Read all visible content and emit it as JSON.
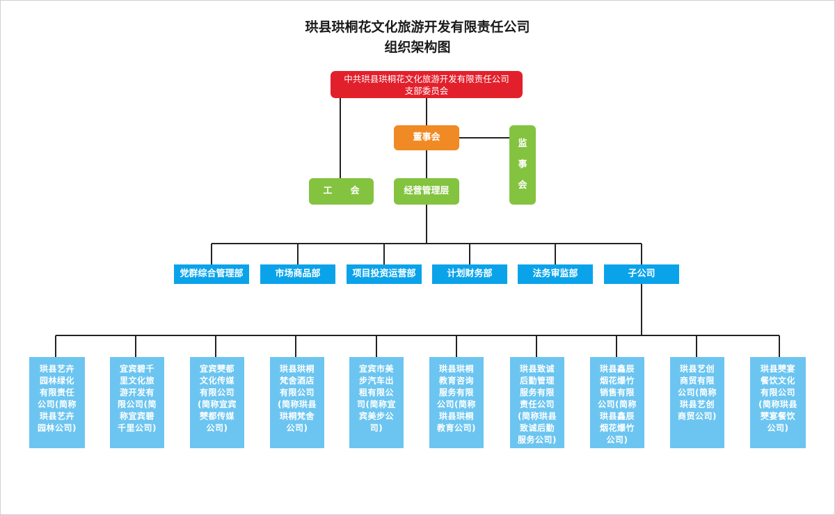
{
  "title": {
    "line1": "珙县珙桐花文化旅游开发有限责任公司",
    "line2": "组织架构图"
  },
  "party_committee": {
    "line1": "中共珙县珙桐花文化旅游开发有限责任公司",
    "line2": "支部委员会"
  },
  "board": "董事会",
  "supervisory_board": [
    "监",
    "事",
    "会"
  ],
  "union": "工　　会",
  "management": "经营管理层",
  "departments": [
    "党群综合管理部",
    "市场商品部",
    "项目投资运营部",
    "计划财务部",
    "法务审监部",
    "子公司"
  ],
  "subsidiaries": [
    "珙县艺卉园林绿化有限责任公司(简称珙县艺卉园林公司)",
    "宜宾碧千里文化旅游开发有限公司(简称宜宾碧千里公司)",
    "宜宾僰都文化传媒有限公司(简称宜宾僰都传媒公司)",
    "珙县珙桐梵舍酒店有限公司(简称珙县珙桐梵舍公司)",
    "宜宾市美步汽车出租有限公司(简称宜宾美步公司)",
    "珙县珙桐教育咨询服务有限公司(简称珙县珙桐教育公司)",
    "珙县致诚后勤管理服务有限责任公司(简称珙县致诚后勤服务公司)",
    "珙县鑫辰烟花爆竹销售有限公司(简称珙县鑫辰烟花爆竹公司)",
    "珙县艺创商贸有限公司(简称珙县艺创商贸公司)",
    "珙县僰宴餐饮文化有限公司(简称珙县僰宴餐饮公司)"
  ],
  "colors": {
    "party": "#e2202c",
    "board": "#f08a24",
    "green": "#83c33f",
    "department": "#0aa3ea",
    "subsidiary": "#6cc5f0",
    "line": "#222222"
  }
}
